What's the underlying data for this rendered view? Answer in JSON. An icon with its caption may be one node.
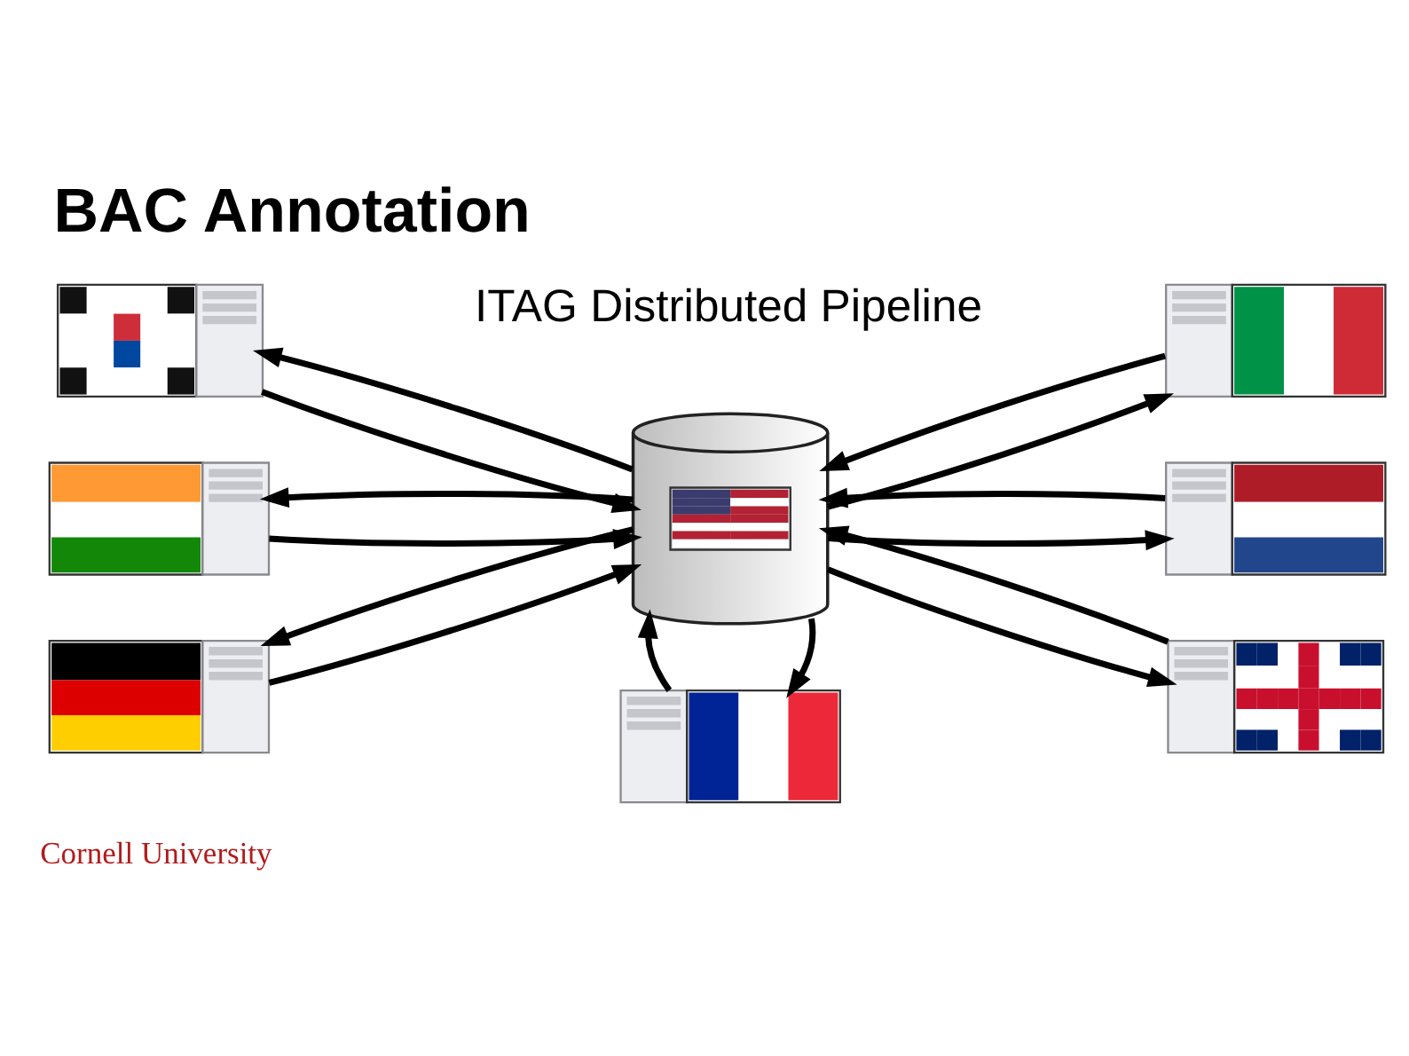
{
  "diagram": {
    "title": "BAC Annotation",
    "nodes": [
      {
        "text": [],
        "shape": "picture"
      },
      {
        "text": [],
        "shape": "picture"
      },
      {
        "text": [],
        "shape": "cylinder"
      },
      {
        "text": [],
        "shape": "picture"
      },
      {
        "text": [],
        "shape": "picture"
      },
      {
        "text": [],
        "shape": "picture"
      },
      {
        "text": [],
        "shape": "picture"
      },
      {
        "text": [],
        "shape": "picture"
      }
    ],
    "edges": [
      {
        "from": 2,
        "to": 0,
        "arrow": "to"
      },
      {
        "from": 0,
        "to": 2,
        "arrow": "to"
      },
      {
        "from": 1,
        "to": 2,
        "arrow": "to"
      },
      {
        "from": 2,
        "to": 1,
        "arrow": "to"
      },
      {
        "from": 2,
        "to": 3,
        "arrow": "to"
      },
      {
        "from": 3,
        "to": 2,
        "arrow": "to"
      },
      {
        "from": 4,
        "to": 2,
        "arrow": "to"
      },
      {
        "from": 2,
        "to": 4,
        "arrow": "to"
      },
      {
        "from": 2,
        "to": 5,
        "arrow": "to"
      },
      {
        "from": 5,
        "to": 2,
        "arrow": "to"
      },
      {
        "from": 2,
        "to": 6,
        "arrow": "to"
      },
      {
        "from": 6,
        "to": 2,
        "arrow": "to"
      },
      {
        "from": 7,
        "to": 2,
        "arrow": "to"
      },
      {
        "from": 2,
        "to": 7,
        "arrow": "to"
      }
    ],
    "labels": [
      "ITAG Distributed Pipeline",
      "Cornell University"
    ]
  }
}
